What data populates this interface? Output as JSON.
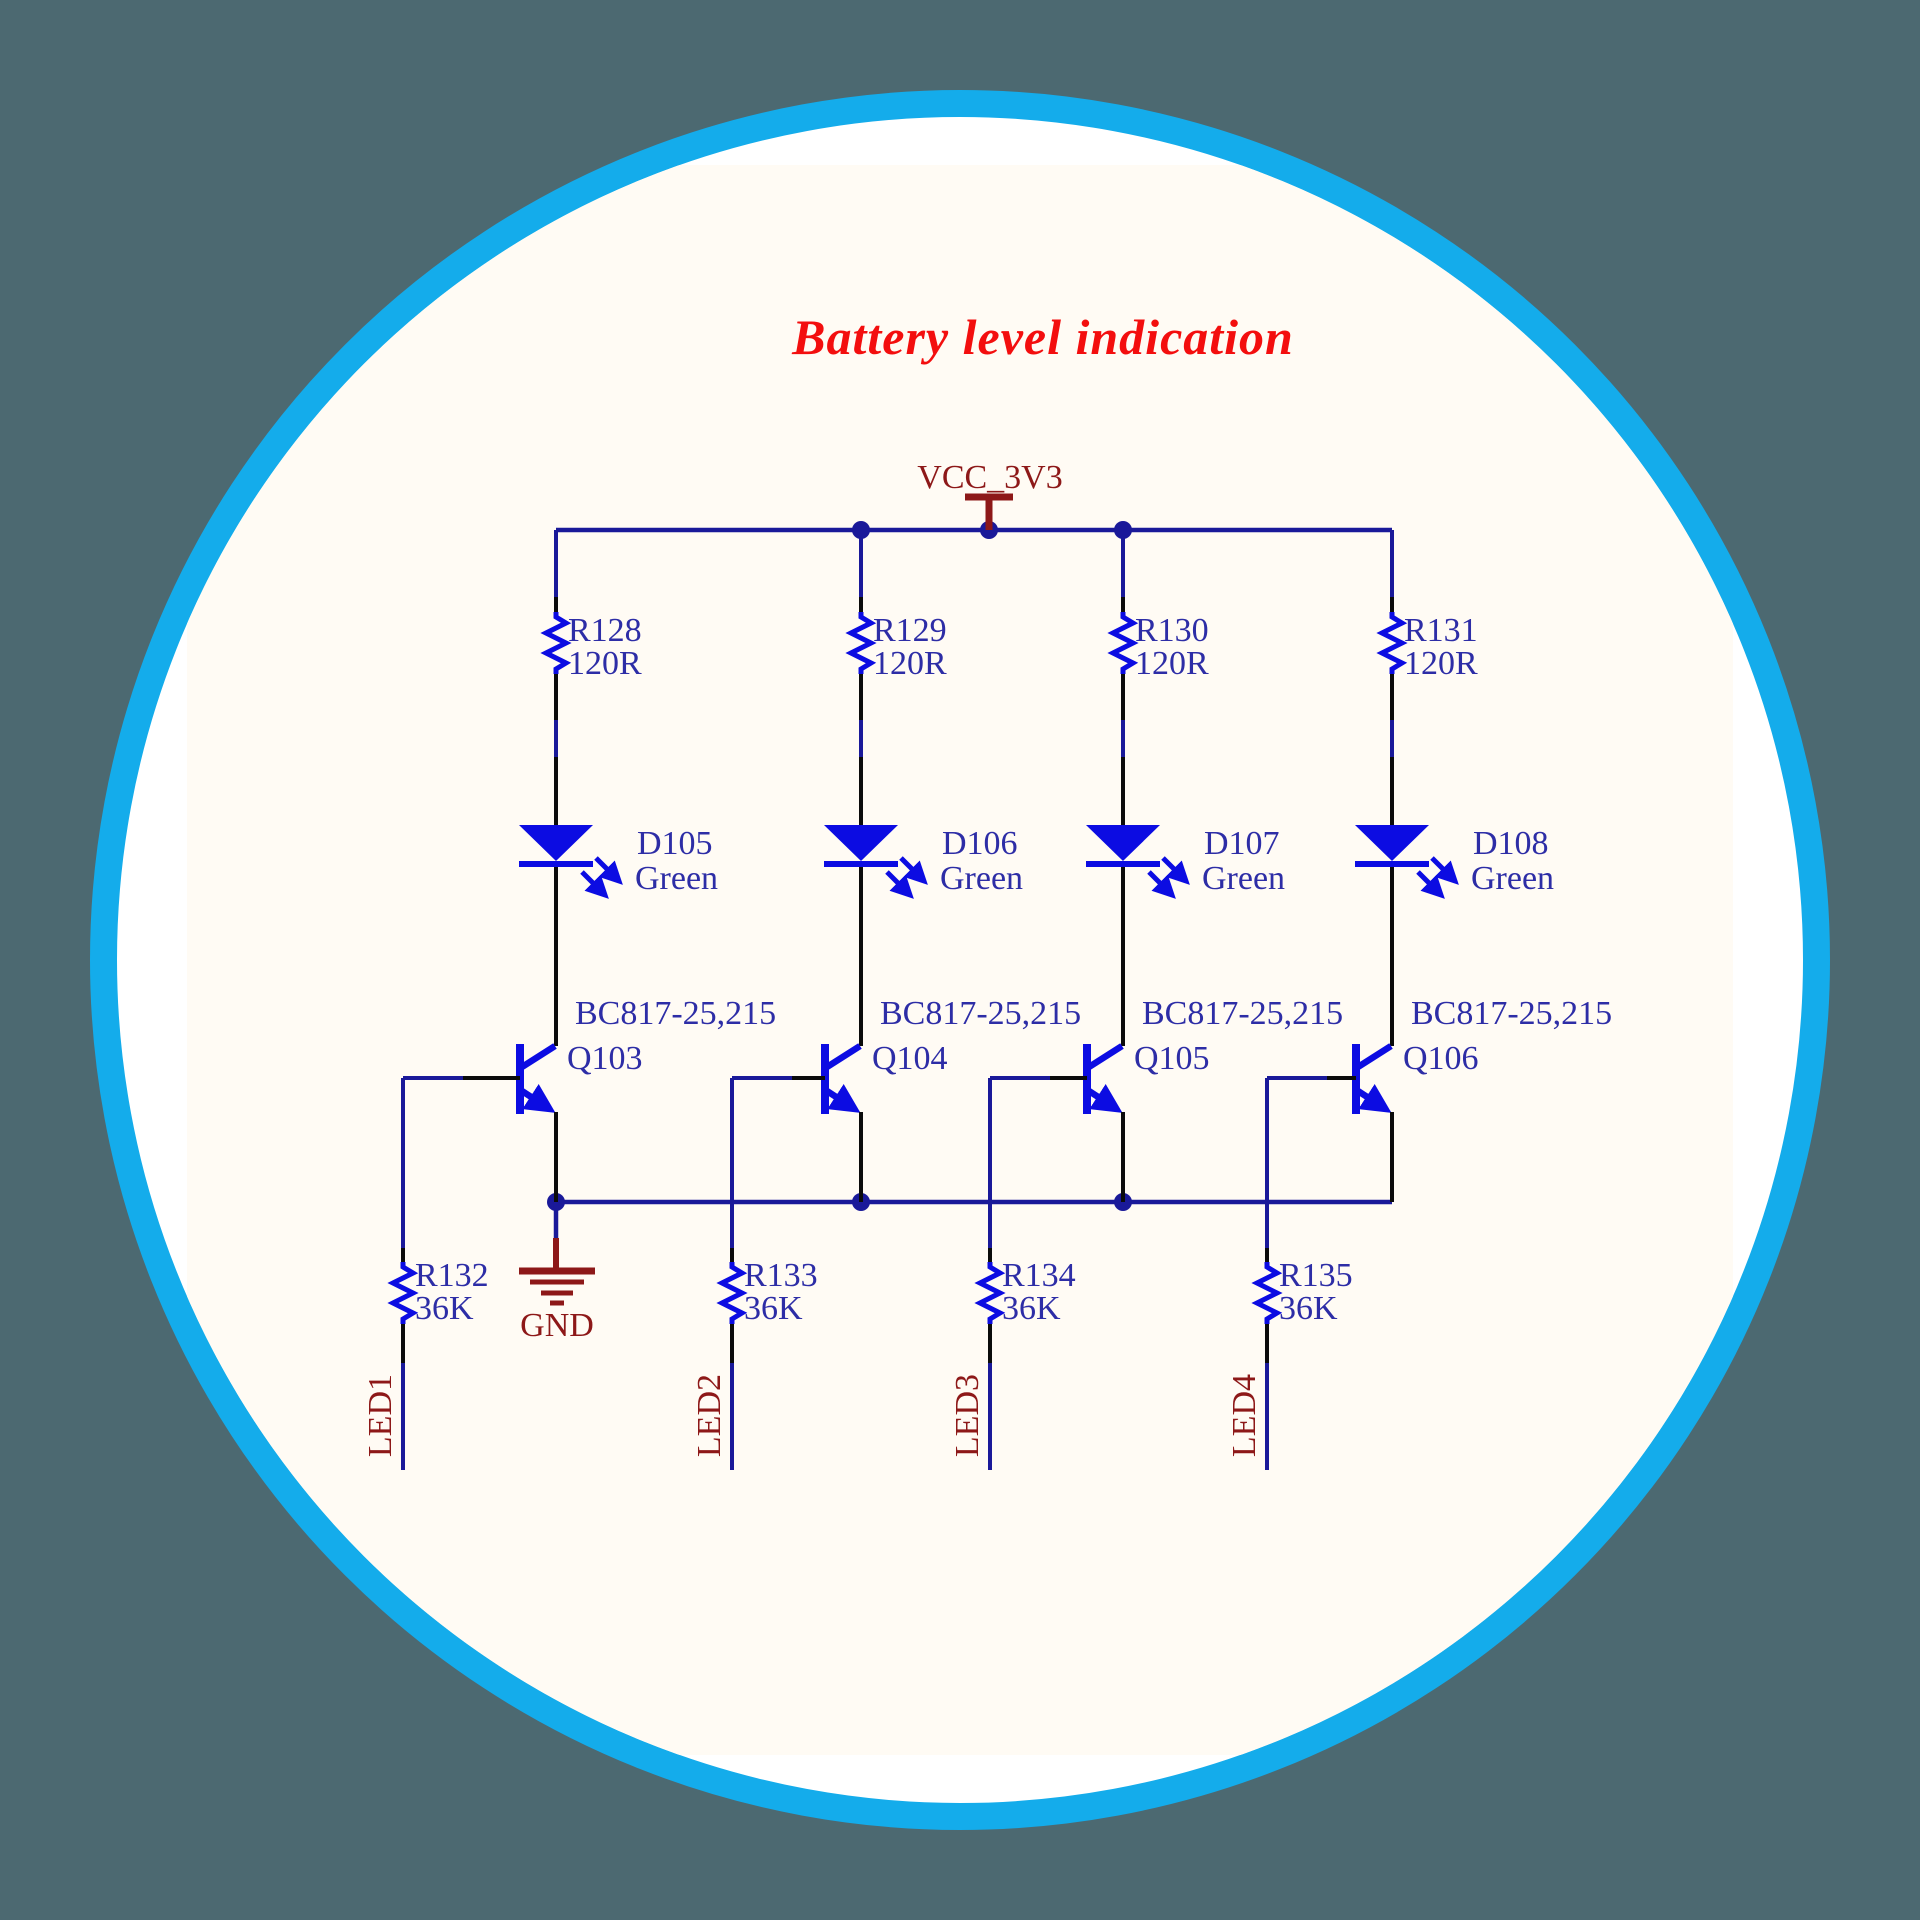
{
  "title": "Battery level indication",
  "power_net": "VCC_3V3",
  "ground_net": "GND",
  "channels": [
    {
      "top_resistor": {
        "ref": "R128",
        "value": "120R"
      },
      "led": {
        "ref": "D105",
        "color": "Green"
      },
      "transistor": {
        "part": "BC817-25,215",
        "ref": "Q103"
      },
      "base_resistor": {
        "ref": "R132",
        "value": "36K"
      },
      "port": "LED1"
    },
    {
      "top_resistor": {
        "ref": "R129",
        "value": "120R"
      },
      "led": {
        "ref": "D106",
        "color": "Green"
      },
      "transistor": {
        "part": "BC817-25,215",
        "ref": "Q104"
      },
      "base_resistor": {
        "ref": "R133",
        "value": "36K"
      },
      "port": "LED2"
    },
    {
      "top_resistor": {
        "ref": "R130",
        "value": "120R"
      },
      "led": {
        "ref": "D107",
        "color": "Green"
      },
      "transistor": {
        "part": "BC817-25,215",
        "ref": "Q105"
      },
      "base_resistor": {
        "ref": "R134",
        "value": "36K"
      },
      "port": "LED3"
    },
    {
      "top_resistor": {
        "ref": "R131",
        "value": "120R"
      },
      "led": {
        "ref": "D108",
        "color": "Green"
      },
      "transistor": {
        "part": "BC817-25,215",
        "ref": "Q106"
      },
      "base_resistor": {
        "ref": "R135",
        "value": "36K"
      },
      "port": "LED4"
    }
  ],
  "colors": {
    "canvas": "#4C6971",
    "ring": "#14ACEB",
    "paper": "#FFFBF4",
    "wire_black": "#0B0B0B",
    "wire_navy": "#1A1999",
    "symbol_blue": "#0C0CE2",
    "label_navy": "#2D2DA6",
    "maroon": "#8D1818",
    "title_red": "#F30E0E"
  }
}
